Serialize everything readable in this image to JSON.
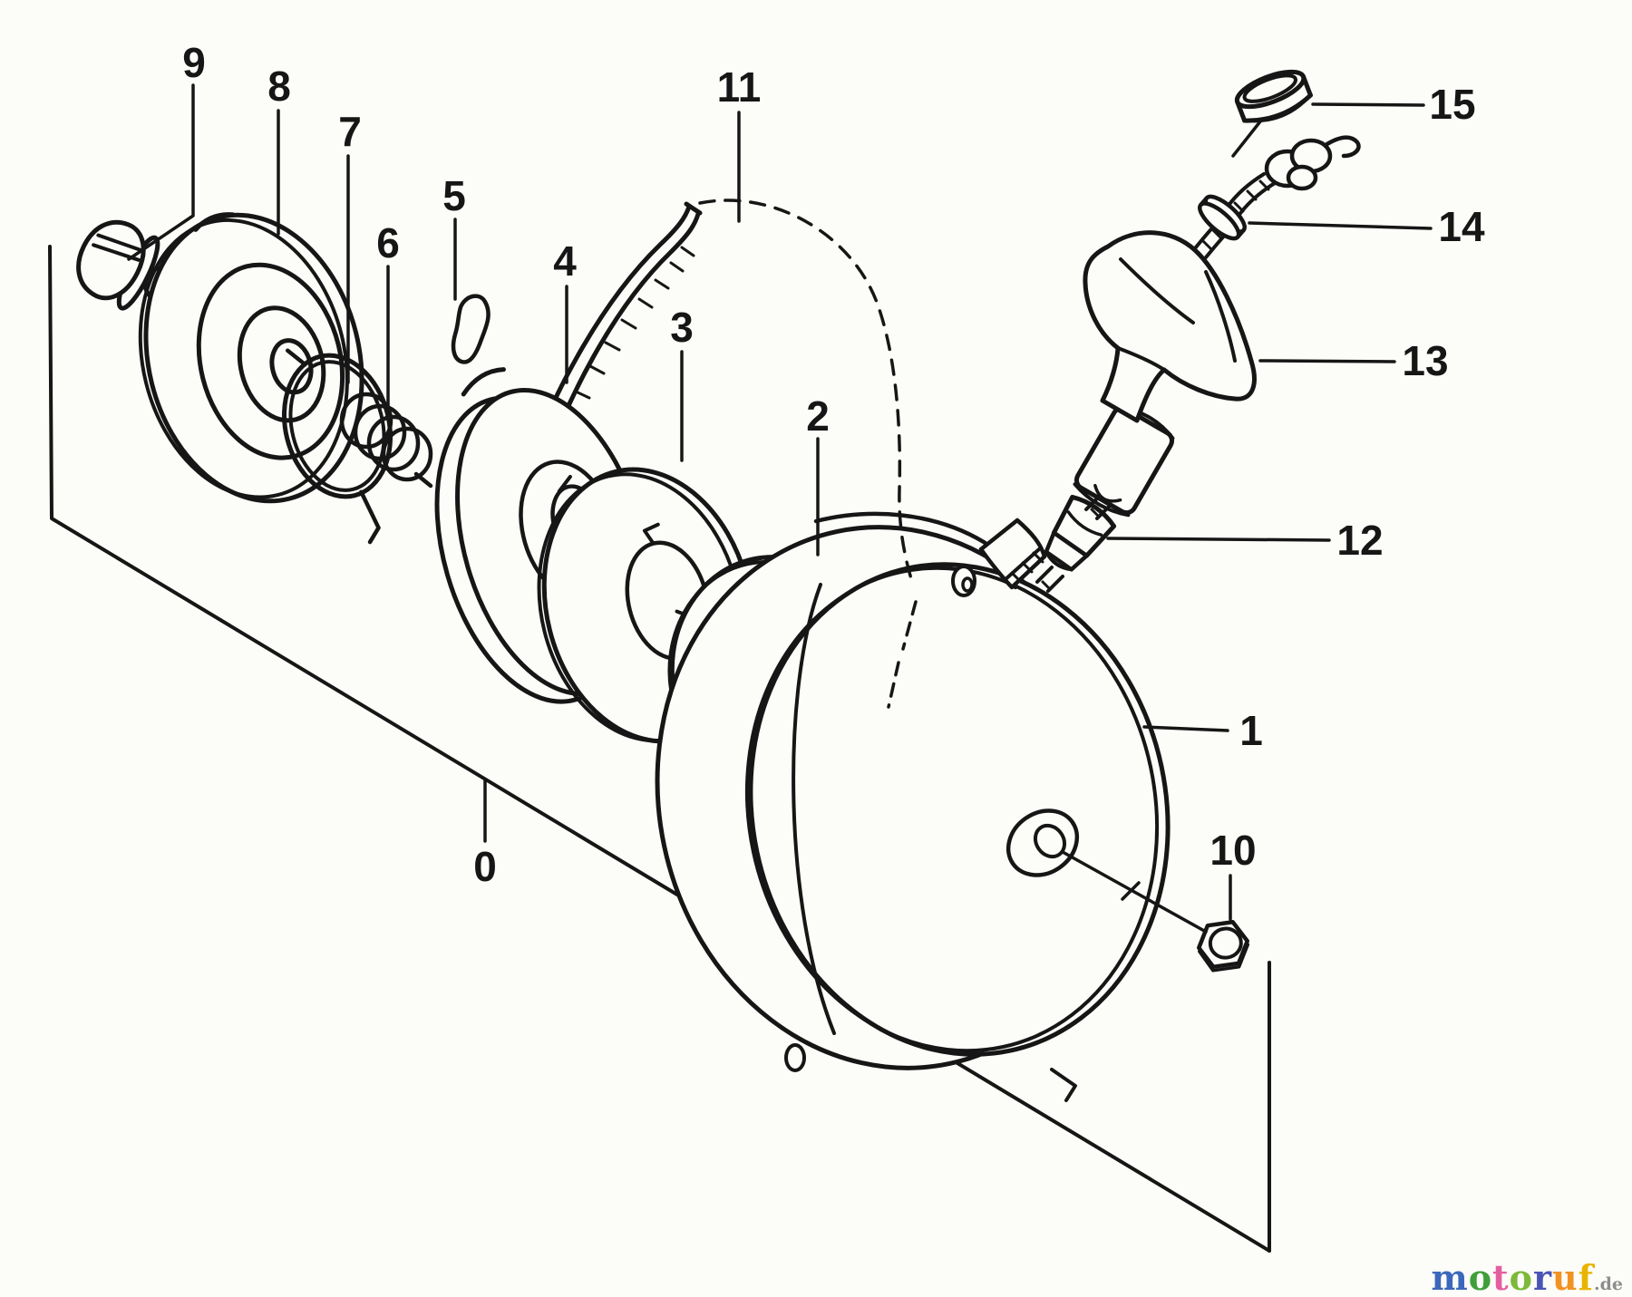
{
  "diagram": {
    "type": "exploded-parts-diagram",
    "subject": "recoil starter assembly",
    "ink_color": "#161616",
    "background_color": "#fcfcf8",
    "part_labels": [
      {
        "text": "0"
      },
      {
        "text": "1"
      },
      {
        "text": "2"
      },
      {
        "text": "3"
      },
      {
        "text": "4"
      },
      {
        "text": "5"
      },
      {
        "text": "6"
      },
      {
        "text": "7"
      },
      {
        "text": "8"
      },
      {
        "text": "9"
      },
      {
        "text": "10"
      },
      {
        "text": "11"
      },
      {
        "text": "12"
      },
      {
        "text": "13"
      },
      {
        "text": "14"
      },
      {
        "text": "15"
      }
    ]
  },
  "watermark": {
    "word": "motoruf",
    "letters": [
      {
        "char": "m",
        "color": "#3b68bb"
      },
      {
        "char": "o",
        "color": "#3f9f3b"
      },
      {
        "char": "t",
        "color": "#e55fa0"
      },
      {
        "char": "o",
        "color": "#7db93a"
      },
      {
        "char": "r",
        "color": "#4955b5"
      },
      {
        "char": "u",
        "color": "#f29222"
      },
      {
        "char": "f",
        "color": "#e9b400"
      }
    ],
    "suffix": ".de",
    "suffix_color": "#8d8d8d"
  }
}
